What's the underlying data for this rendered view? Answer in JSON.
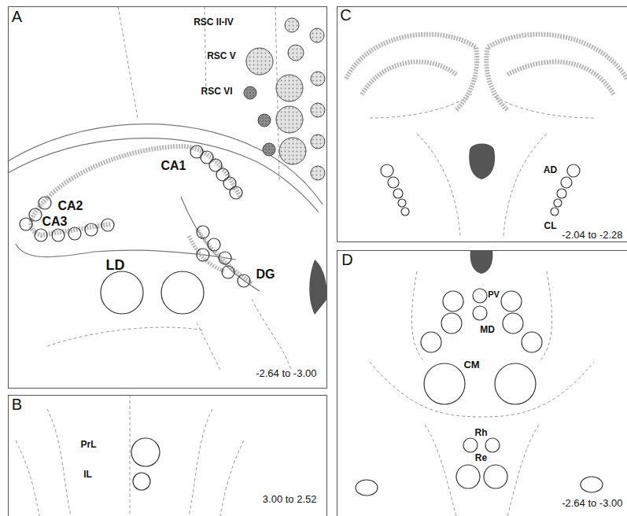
{
  "diagram": {
    "nodes": [
      {
        "text": [
          "A",
          "RSC II-IV",
          "RSC V",
          "RSC VI",
          "CA1",
          "CA2",
          "CA3",
          "LD",
          "DG",
          "-2.64 to -3.00"
        ]
      },
      {
        "text": [
          "B",
          "PrL",
          "IL",
          "3.00 to 2.52"
        ]
      },
      {
        "text": [
          "C",
          "AD",
          "CL",
          "-2.04 to -2.28"
        ]
      },
      {
        "text": [
          "D",
          "PV",
          "MD",
          "CM",
          "Rh",
          "Re",
          "-2.64 to -3.00"
        ]
      }
    ]
  }
}
